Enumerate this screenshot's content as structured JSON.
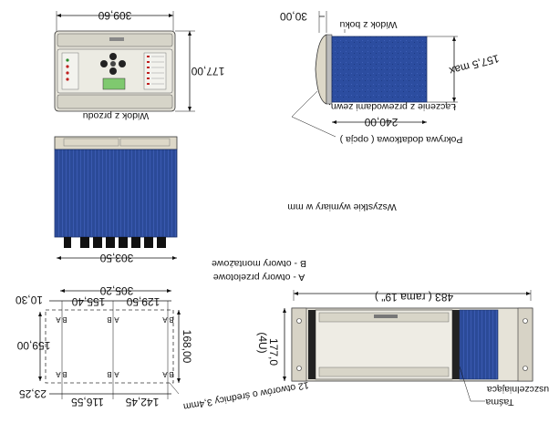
{
  "front_view": {
    "width": "309,60",
    "height": "177,00",
    "caption": "Widok z przodu"
  },
  "side_view": {
    "caption": "Widok z boku",
    "left_offset": "30,00",
    "height": "157,5 max",
    "cable_note": "Łączenie z przewodami zewn.",
    "depth": "240,00",
    "cover_note": "Pokrywa dodatkowa ( opcja )"
  },
  "top_view": {
    "width": "303,50"
  },
  "general_note": "Wszystkie wymiary w mm",
  "legend": {
    "b_holes": "B - otwory montażowe",
    "a_holes": "A - otwory przelotowe"
  },
  "cutout": {
    "overall_width": "305,20",
    "left_margin": "10,30",
    "span_1": "155,40",
    "span_2": "129,50",
    "height_left": "159,00",
    "height_right": "168,00",
    "bottom_margin": "23,25",
    "bottom_span_1": "116,55",
    "bottom_span_2": "142,45",
    "holes_note": "12 otworów o średnicy 3,4mm",
    "hole_label_a": "A",
    "hole_label_b": "B"
  },
  "rack_view": {
    "width": "483 ( rama 19\" )",
    "height": "177,0",
    "height_units": "(4U)",
    "seal_label": "uszczelniająca",
    "tape_label": "Taśma"
  }
}
